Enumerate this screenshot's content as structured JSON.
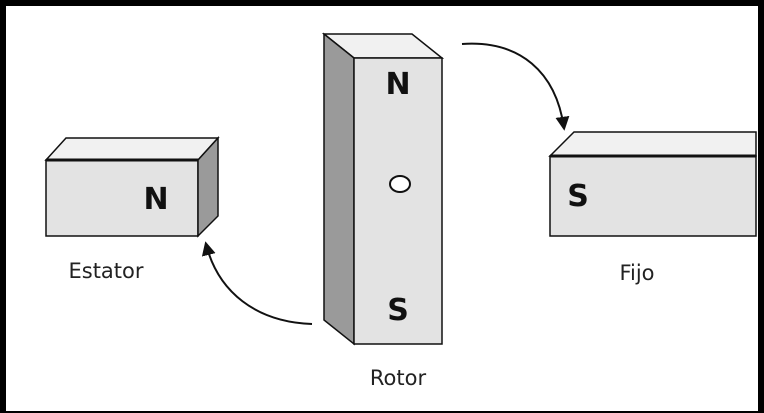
{
  "labels": {
    "stator": "Estator",
    "fixed": "Fijo",
    "rotor": "Rotor"
  },
  "poles": {
    "stator": "N",
    "fixed": "S",
    "rotor_top": "N",
    "rotor_bottom": "S"
  },
  "colors": {
    "face": "#e3e3e3",
    "top_face": "#f1f1f1",
    "side_face": "#9a9a9a",
    "outline": "#111111",
    "frame": "#000000"
  }
}
